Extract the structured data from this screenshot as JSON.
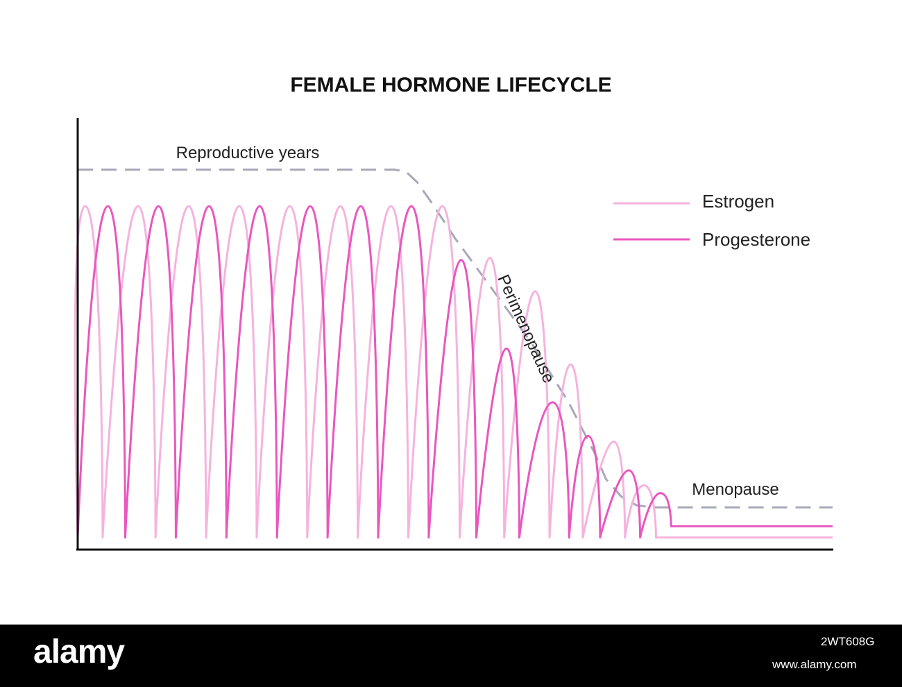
{
  "chart_data": {
    "type": "line",
    "title": "FEMALE HORMONE LIFECYCLE",
    "xlabel": "",
    "ylabel": "",
    "x_range": [
      0,
      100
    ],
    "y_range": [
      0,
      100
    ],
    "grid": false,
    "legend_position": "top-right",
    "phase_labels": {
      "reproductive": "Reproductive years",
      "perimenopause": "Perimenopause",
      "menopause": "Menopause"
    },
    "envelope": {
      "style": "dashed",
      "color": "#a8a9b8",
      "x": [
        0,
        42,
        43.5,
        45,
        47,
        50,
        55,
        60,
        65,
        68.5,
        70,
        72,
        74,
        76,
        78,
        80,
        82,
        100
      ],
      "y": [
        88,
        88,
        87.5,
        85,
        80,
        72,
        60,
        48,
        34,
        22,
        16,
        12,
        10,
        9.5,
        9.5,
        9.5,
        9.5,
        9.5
      ]
    },
    "series": [
      {
        "name": "Estrogen",
        "color": "#f5b3de",
        "width": 3,
        "peaks": [
          {
            "x": 1.0,
            "y": 79.5,
            "w": 2.3
          },
          {
            "x": 8.0,
            "y": 79.5,
            "w": 2.3
          },
          {
            "x": 14.7,
            "y": 79.5,
            "w": 2.3
          },
          {
            "x": 21.4,
            "y": 79.5,
            "w": 2.3
          },
          {
            "x": 28.1,
            "y": 79.5,
            "w": 2.3
          },
          {
            "x": 34.8,
            "y": 79.5,
            "w": 2.3
          },
          {
            "x": 41.5,
            "y": 79.5,
            "w": 2.3
          },
          {
            "x": 48.3,
            "y": 79.5,
            "w": 2.3
          },
          {
            "x": 54.6,
            "y": 67.5,
            "w": 1.9
          },
          {
            "x": 60.6,
            "y": 59.7,
            "w": 1.9
          },
          {
            "x": 65.3,
            "y": 42.7,
            "w": 1.6
          },
          {
            "x": 71.0,
            "y": 24.8,
            "w": 1.5
          },
          {
            "x": 75.0,
            "y": 14.6,
            "w": 1.6
          }
        ],
        "baseline_start": 2.5,
        "tail_level": 2.5,
        "tail_start_x": 77.7,
        "tail_end_x": 100
      },
      {
        "name": "Progesterone",
        "color": "#e957bf",
        "width": 3,
        "peaks": [
          {
            "x": 4.0,
            "y": 79.5,
            "w": 2.3
          },
          {
            "x": 10.7,
            "y": 79.5,
            "w": 2.3
          },
          {
            "x": 17.4,
            "y": 79.5,
            "w": 2.3
          },
          {
            "x": 24.1,
            "y": 79.5,
            "w": 2.3
          },
          {
            "x": 30.8,
            "y": 79.5,
            "w": 2.3
          },
          {
            "x": 37.5,
            "y": 79.5,
            "w": 2.3
          },
          {
            "x": 44.2,
            "y": 79.5,
            "w": 2.3
          },
          {
            "x": 50.8,
            "y": 67.0,
            "w": 2.0
          },
          {
            "x": 56.8,
            "y": 46.4,
            "w": 1.7
          },
          {
            "x": 62.9,
            "y": 33.9,
            "w": 2.2
          },
          {
            "x": 67.6,
            "y": 26.1,
            "w": 1.6
          },
          {
            "x": 73.0,
            "y": 18.1,
            "w": 1.5
          },
          {
            "x": 77.2,
            "y": 12.8,
            "w": 1.4
          }
        ],
        "baseline_start": 2.5,
        "tail_level": 5.1,
        "tail_start_x": 78.6,
        "tail_end_x": 100
      }
    ]
  },
  "footer": {
    "logo": "alamy",
    "image_id": "2WT608G",
    "url": "www.alamy.com"
  }
}
